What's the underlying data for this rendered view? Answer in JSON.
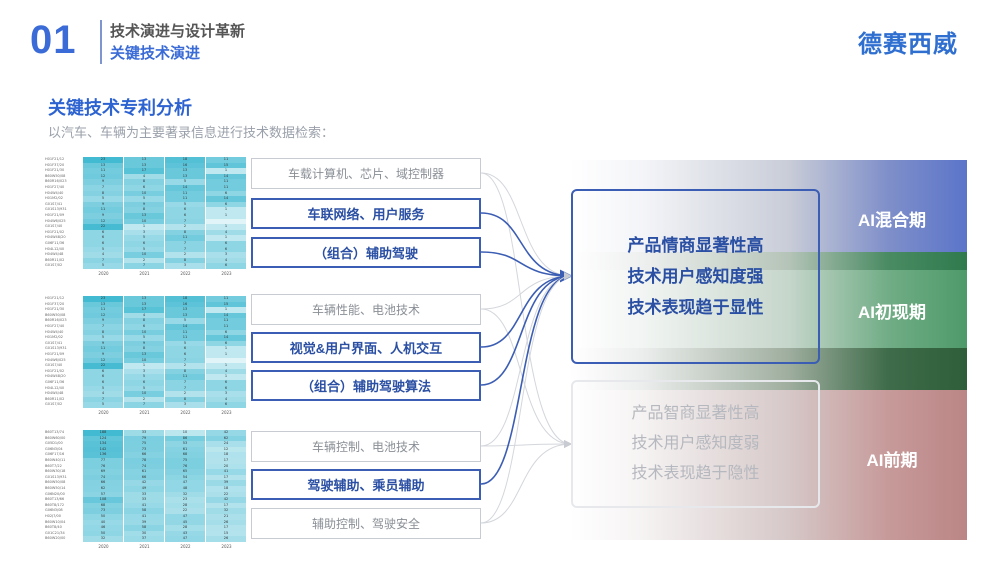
{
  "header": {
    "number": "01",
    "line1": "技术演进与设计革新",
    "line2": "关键技术演进",
    "logo": "德赛西威"
  },
  "section": {
    "title": "关键技术专利分析",
    "subtitle": "以汽车、车辆为主要著录信息进行技术数据检索："
  },
  "tables": [
    {
      "years": [
        "2020",
        "2021",
        "2022",
        "2023"
      ],
      "rows": [
        [
          "H01F21/12",
          "23",
          "13",
          "18",
          "11"
        ],
        [
          "H01F37/20",
          "13",
          "13",
          "16",
          "15"
        ],
        [
          "H01F21/30",
          "11",
          "17",
          "13",
          "1"
        ],
        [
          "B60W50/08",
          "12",
          "4",
          "13",
          "14"
        ],
        [
          "B60R16/023",
          "9",
          "8",
          "5",
          "11"
        ],
        [
          "H01F27/40",
          "7",
          "6",
          "14",
          "11"
        ],
        [
          "H04W4/40",
          "8",
          "10",
          "11",
          "6"
        ],
        [
          "H01M2/02",
          "5",
          "5",
          "11",
          "14"
        ],
        [
          "G01S7/41",
          "9",
          "9",
          "5",
          "6"
        ],
        [
          "G01S13/931",
          "11",
          "8",
          "6",
          "1"
        ],
        [
          "H01F21/09",
          "9",
          "13",
          "6",
          "1"
        ],
        [
          "H04W6/025",
          "12",
          "10",
          "7",
          ""
        ],
        [
          "G01S7/40",
          "22",
          "1",
          "2",
          "1"
        ],
        [
          "H01F21/02",
          "6",
          "3",
          "8",
          "4"
        ],
        [
          "H04W48/20",
          "6",
          "5",
          "11",
          "1"
        ],
        [
          "G06F11/36",
          "6",
          "6",
          "7",
          "6"
        ],
        [
          "H04L12/40",
          "5",
          "5",
          "7",
          "6"
        ],
        [
          "H04W4/48",
          "4",
          "10",
          "2",
          "3"
        ],
        [
          "B60R11/02",
          "7",
          "2",
          "8",
          "4"
        ],
        [
          "G01S7/02",
          "5",
          "7",
          "3",
          "6"
        ]
      ]
    },
    {
      "years": [
        "2020",
        "2021",
        "2022",
        "2023"
      ],
      "rows": [
        [
          "H01F21/12",
          "23",
          "13",
          "18",
          "11"
        ],
        [
          "H01F37/20",
          "13",
          "13",
          "16",
          "15"
        ],
        [
          "H01F21/30",
          "11",
          "17",
          "13",
          "1"
        ],
        [
          "B60W50/08",
          "12",
          "4",
          "13",
          "14"
        ],
        [
          "B60R16/023",
          "9",
          "8",
          "5",
          "11"
        ],
        [
          "H01F27/40",
          "7",
          "6",
          "14",
          "11"
        ],
        [
          "H04W4/40",
          "8",
          "10",
          "11",
          "6"
        ],
        [
          "H01M2/02",
          "5",
          "5",
          "11",
          "14"
        ],
        [
          "G01S7/41",
          "9",
          "9",
          "5",
          "6"
        ],
        [
          "G01S13/931",
          "11",
          "8",
          "6",
          "1"
        ],
        [
          "H01F21/09",
          "9",
          "13",
          "6",
          "1"
        ],
        [
          "H04W6/025",
          "12",
          "10",
          "7",
          ""
        ],
        [
          "G01S7/40",
          "22",
          "1",
          "2",
          "1"
        ],
        [
          "H01F21/02",
          "6",
          "3",
          "8",
          "4"
        ],
        [
          "H04W48/20",
          "6",
          "5",
          "11",
          "1"
        ],
        [
          "G06F11/36",
          "6",
          "6",
          "7",
          "6"
        ],
        [
          "H04L12/40",
          "5",
          "5",
          "7",
          "6"
        ],
        [
          "H04W4/48",
          "4",
          "10",
          "2",
          "3"
        ],
        [
          "B60R11/02",
          "7",
          "2",
          "8",
          "4"
        ],
        [
          "G01S7/02",
          "5",
          "7",
          "3",
          "6"
        ]
      ]
    },
    {
      "years": [
        "2020",
        "2021",
        "2022",
        "2023"
      ],
      "rows": [
        [
          "B60T13/74",
          "188",
          "33",
          "10",
          "42"
        ],
        [
          "B60W60/00",
          "124",
          "79",
          "86",
          "62"
        ],
        [
          "G05D1/00",
          "134",
          "75",
          "53",
          "24"
        ],
        [
          "G06N3/04",
          "142",
          "73",
          "61",
          "12"
        ],
        [
          "G06F17/16",
          "136",
          "66",
          "68",
          "18"
        ],
        [
          "B60W40/11",
          "77",
          "78",
          "75",
          "17"
        ],
        [
          "B60T7/22",
          "76",
          "74",
          "76",
          "20"
        ],
        [
          "B60W30/18",
          "69",
          "61",
          "65",
          "41"
        ],
        [
          "G01S13/931",
          "74",
          "66",
          "54",
          "17"
        ],
        [
          "B60W50/08",
          "66",
          "42",
          "47",
          "39"
        ],
        [
          "B60W50/14",
          "62",
          "49",
          "48",
          "18"
        ],
        [
          "G06N20/00",
          "57",
          "33",
          "32",
          "22"
        ],
        [
          "B60T13/66",
          "108",
          "33",
          "23",
          "42"
        ],
        [
          "B60T8/172",
          "68",
          "41",
          "28",
          "17"
        ],
        [
          "G06N3/08",
          "73",
          "58",
          "22",
          "32"
        ],
        [
          "H02J7/00",
          "50",
          "41",
          "47",
          "21"
        ],
        [
          "B60W10/04",
          "40",
          "39",
          "45",
          "26"
        ],
        [
          "B60T8/40",
          "46",
          "58",
          "28",
          "17"
        ],
        [
          "G01C21/34",
          "50",
          "30",
          "43",
          "15"
        ],
        [
          "B60W20/00",
          "32",
          "37",
          "47",
          "26"
        ]
      ]
    }
  ],
  "labels": [
    {
      "text": "车载计算机、芯片、域控制器",
      "highlight": false
    },
    {
      "text": "车联网络、用户服务",
      "highlight": true
    },
    {
      "text": "（组合）辅助驾驶",
      "highlight": true
    },
    {
      "text": "车辆性能、电池技术",
      "highlight": false
    },
    {
      "text": "视觉&用户界面、人机交互",
      "highlight": true
    },
    {
      "text": "（组合）辅助驾驶算法",
      "highlight": true
    },
    {
      "text": "车辆控制、电池技术",
      "highlight": false
    },
    {
      "text": "驾驶辅助、乘员辅助",
      "highlight": true
    },
    {
      "text": "辅助控制、驾驶安全",
      "highlight": false
    }
  ],
  "result_high": [
    "产品情商显著性高",
    "技术用户感知度强",
    "技术表现趋于显性"
  ],
  "result_low": [
    "产品智商显著性高",
    "技术用户感知度弱",
    "技术表现趋于隐性"
  ],
  "periods": {
    "top": "AI混合期",
    "mid": "AI初现期",
    "bottom": "AI前期"
  },
  "colors": {
    "accent": "#3a6bd6",
    "highlight_border": "#3b5db3",
    "heat_max": "#38b6cf",
    "heat_min": "#e8f6f9"
  }
}
